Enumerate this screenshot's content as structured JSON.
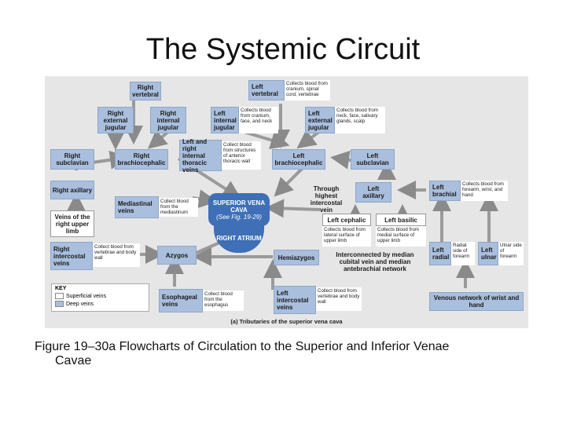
{
  "slide": {
    "title": "The Systemic Circuit",
    "figure_subtitle": "(a) Tributaries of the superior vena cava",
    "caption_line1": "Figure 19–30a Flowcharts of Circulation to the Superior and Inferior Venae",
    "caption_line2": "Cavae"
  },
  "colors": {
    "deep": "#a9bfdd",
    "superficial": "#ffffff",
    "heart": "#3e6fb7",
    "arrow": "#8a8a8a"
  },
  "boxes": {
    "right_vertebral": "Right vertebral",
    "left_vertebral": "Left vertebral",
    "right_external_jugular": "Right external jugular",
    "right_internal_jugular": "Right internal jugular",
    "left_internal_jugular": "Left internal jugular",
    "left_external_jugular": "Left external jugular",
    "right_subclavian": "Right subclavian",
    "right_brachiocephalic": "Right brachiocephalic",
    "left_right_internal_thoracic": "Left and right internal thoracic veins",
    "left_brachiocephalic": "Left brachiocephalic",
    "left_subclavian": "Left subclavian",
    "right_axillary": "Right axillary",
    "mediastinal_veins": "Mediastinal veins",
    "svc": "SUPERIOR VENA CAVA",
    "svc_ref": "(See Fig. 19-29)",
    "right_atrium": "RIGHT ATRIUM",
    "through_highest_intercostal": "Through highest intercostal vein",
    "left_axillary": "Left axillary",
    "left_brachial": "Left brachial",
    "veins_right_upper_limb": "Veins of the right upper limb",
    "left_cephalic": "Left cephalic",
    "left_basilic": "Left basilic",
    "right_intercostal_veins": "Right intercostal veins",
    "azygos": "Azygos",
    "hemiazygos": "Hemiazygos",
    "interconnected": "Interconnected by median cubital vein and median antebrachial network",
    "left_radial": "Left radial",
    "left_ulnar": "Left ulnar",
    "esophageal_veins": "Esophageal veins",
    "left_intercostal_veins": "Left intercostal veins",
    "venous_network": "Venous network of wrist and hand"
  },
  "notes": {
    "left_vertebral": "Collects blood from cranium, spinal cord, vertebrae",
    "left_internal_jugular": "Collects blood from cranium, face, and neck",
    "left_external_jugular": "Collects blood from neck, face, salivary glands, scalp",
    "internal_thoracic": "Collect blood from structures of anterior thoracic wall",
    "mediastinal": "Collect blood from the mediastinum",
    "left_brachial": "Collects blood from forearm, wrist, and hand",
    "left_cephalic": "Collects blood from lateral surface of upper limb",
    "left_basilic": "Collects blood from medial surface of upper limb",
    "right_intercostal": "Collect blood from vertebrae and body wall",
    "left_radial": "Radial side of forearm",
    "left_ulnar": "Ulnar side of forearm",
    "esophageal": "Collect blood from the esophagus",
    "left_intercostal": "Collect blood from vertebrae and body wall"
  },
  "key": {
    "title": "KEY",
    "superficial": "Superficial veins",
    "deep": "Deep veins"
  }
}
